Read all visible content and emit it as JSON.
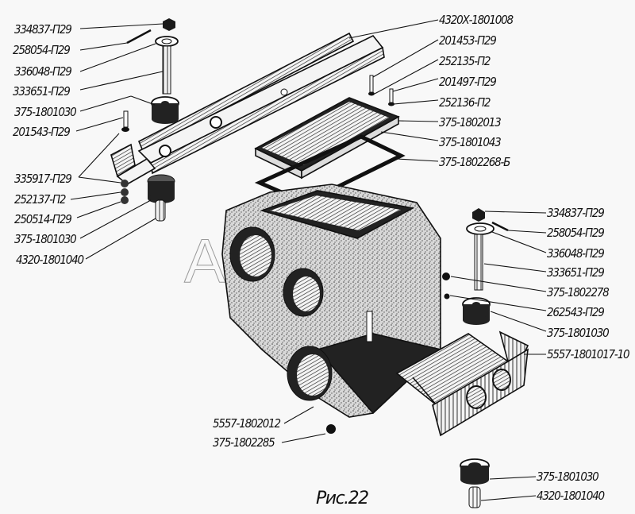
{
  "figure": {
    "caption": "Рис.22",
    "watermark": "AutoSoft"
  },
  "labels_left": [
    {
      "id": "l1",
      "text": "334837-П29"
    },
    {
      "id": "l2",
      "text": "258054-П29"
    },
    {
      "id": "l3",
      "text": "336048-П29"
    },
    {
      "id": "l4",
      "text": "333651-П29"
    },
    {
      "id": "l5",
      "text": "375-1801030"
    },
    {
      "id": "l6",
      "text": "201543-П29"
    },
    {
      "id": "l7",
      "text": "335917-П29"
    },
    {
      "id": "l8",
      "text": "252137-П2"
    },
    {
      "id": "l9",
      "text": "250514-П29"
    },
    {
      "id": "l10",
      "text": "375-1801030"
    },
    {
      "id": "l11",
      "text": "4320-1801040"
    }
  ],
  "labels_top_right": [
    {
      "id": "r1",
      "text": "4320Х-1801008"
    },
    {
      "id": "r2",
      "text": "201453-П29"
    },
    {
      "id": "r3",
      "text": "252135-П2"
    },
    {
      "id": "r4",
      "text": "201497-П29"
    },
    {
      "id": "r5",
      "text": "252136-П2"
    },
    {
      "id": "r6",
      "text": "375-1802013"
    },
    {
      "id": "r7",
      "text": "375-1801043"
    },
    {
      "id": "r8",
      "text": "375-1802268-Б"
    }
  ],
  "labels_mid_right": [
    {
      "id": "m1",
      "text": "334837-П29"
    },
    {
      "id": "m2",
      "text": "258054-П29"
    },
    {
      "id": "m3",
      "text": "336048-П29"
    },
    {
      "id": "m4",
      "text": "333651-П29"
    },
    {
      "id": "m5",
      "text": "375-1802278"
    },
    {
      "id": "m6",
      "text": "262543-П29"
    },
    {
      "id": "m7",
      "text": "375-1801030"
    },
    {
      "id": "m8",
      "text": "5557-1801017-10"
    }
  ],
  "labels_bottom": [
    {
      "id": "b1",
      "text": "5557-1802012"
    },
    {
      "id": "b2",
      "text": "375-1802285"
    },
    {
      "id": "b3",
      "text": "375-1801030"
    },
    {
      "id": "b4",
      "text": "4320-1801040"
    }
  ]
}
